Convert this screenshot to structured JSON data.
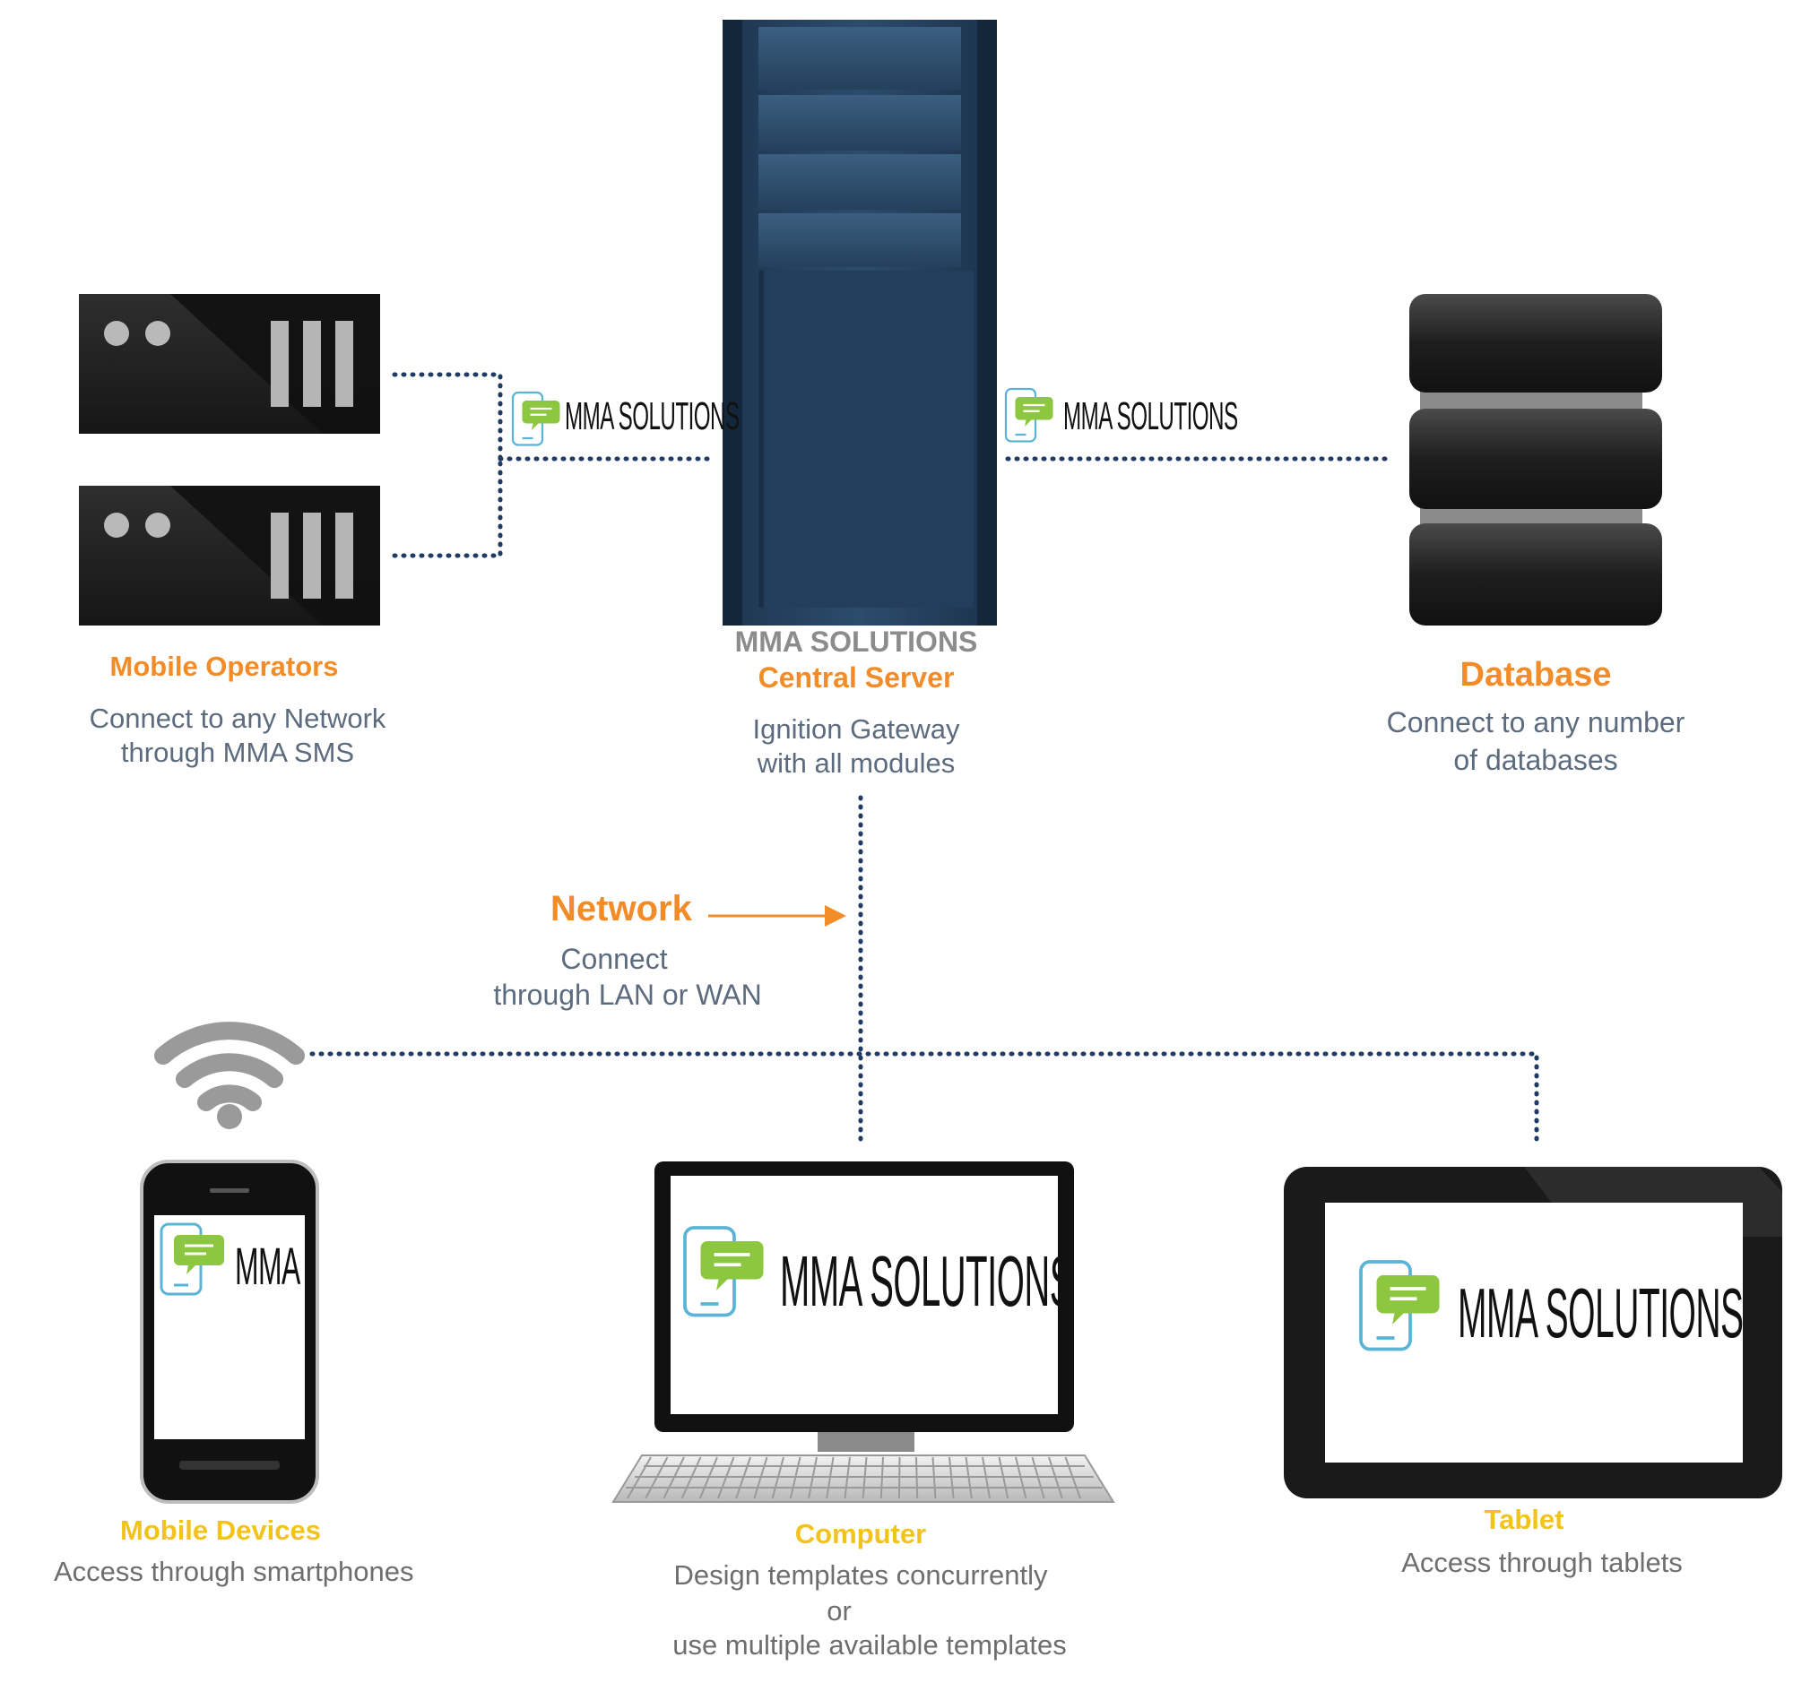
{
  "central_server": {
    "brand": "MMA SOLUTIONS",
    "title": "Central Server",
    "desc_line1": "Ignition Gateway",
    "desc_line2": "with all modules"
  },
  "mobile_operators": {
    "title": "Mobile Operators",
    "desc_line1": "Connect to any Network",
    "desc_line2": "through MMA SMS"
  },
  "database": {
    "title": "Database",
    "desc_line1": "Connect to any number",
    "desc_line2": "of databases"
  },
  "network": {
    "title": "Network",
    "desc_line1": "Connect",
    "desc_line2": "through LAN or WAN"
  },
  "mobile_devices": {
    "title": "Mobile Devices",
    "desc": "Access through smartphones",
    "screen_logo": "MMA"
  },
  "computer": {
    "title": "Computer",
    "desc_line1": "Design templates concurrently",
    "desc_line2": "or",
    "desc_line3": "use multiple available templates",
    "screen_logo": "MMA SOLUTIONS"
  },
  "tablet": {
    "title": "Tablet",
    "desc": "Access through tablets",
    "screen_logo": "MMA SOLUTIONS"
  },
  "link_logos": {
    "left": "MMA SOLUTIONS",
    "right": "MMA SOLUTIONS"
  },
  "colors": {
    "orange": "#f28c28",
    "yellow": "#f2c31a",
    "navy_dots": "#1f3b63",
    "server_blue": "#2b4a68",
    "chat_green": "#8dc63f",
    "phone_outline": "#5ab4d6"
  },
  "icons": [
    "server-icon",
    "database-icon",
    "wifi-icon",
    "smartphone-icon",
    "monitor-icon",
    "keyboard-icon",
    "tablet-icon",
    "chat-bubble-icon",
    "arrow-right-icon"
  ]
}
